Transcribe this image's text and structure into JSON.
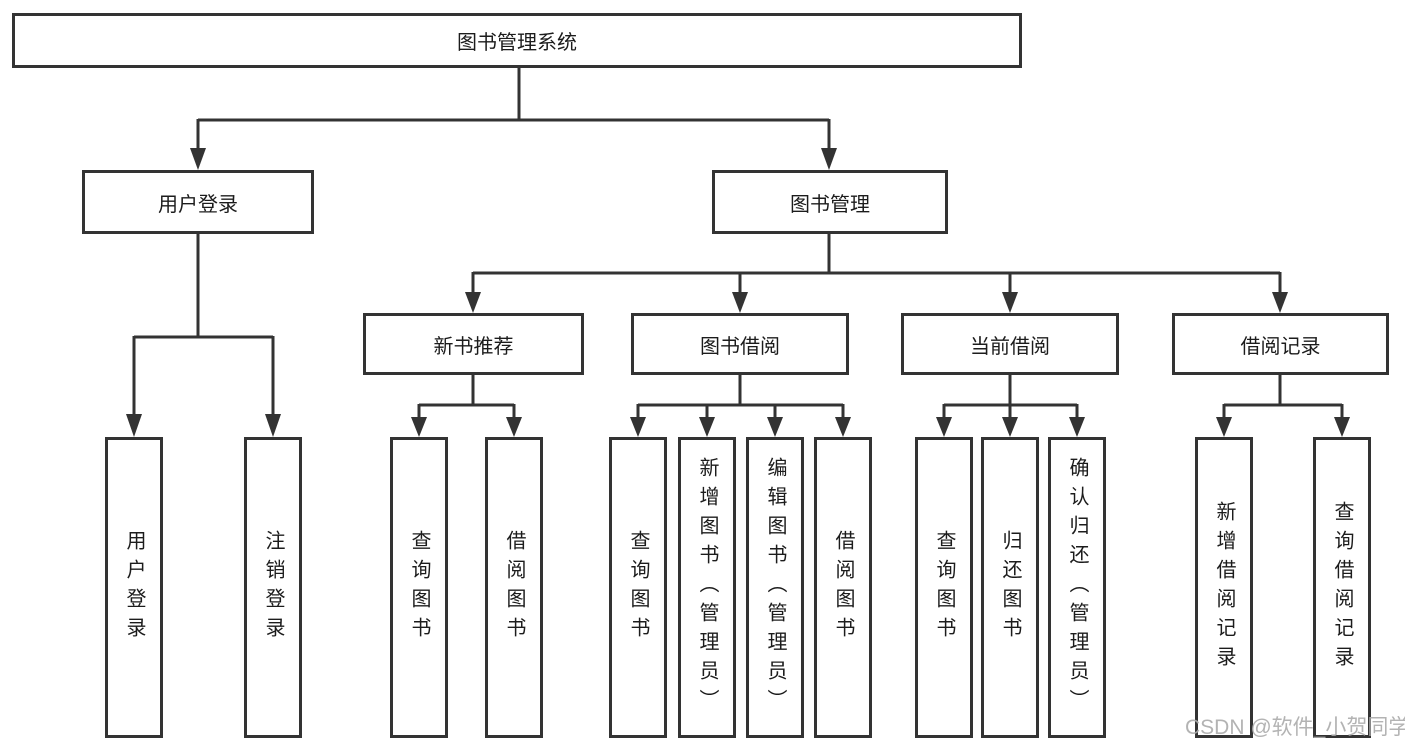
{
  "diagram_title": "图书管理系统",
  "tree": {
    "root": {
      "label": "图书管理系统",
      "children": [
        {
          "label": "用户登录",
          "children": [
            {
              "label": "用户登录"
            },
            {
              "label": "注销登录"
            }
          ]
        },
        {
          "label": "图书管理",
          "children": [
            {
              "label": "新书推荐",
              "children": [
                {
                  "label": "查询图书"
                },
                {
                  "label": "借阅图书"
                }
              ]
            },
            {
              "label": "图书借阅",
              "children": [
                {
                  "label": "查询图书"
                },
                {
                  "label": "新增图书（管理员）"
                },
                {
                  "label": "编辑图书（管理员）"
                },
                {
                  "label": "借阅图书"
                }
              ]
            },
            {
              "label": "当前借阅",
              "children": [
                {
                  "label": "查询图书"
                },
                {
                  "label": "归还图书"
                },
                {
                  "label": "确认归还（管理员）"
                }
              ]
            },
            {
              "label": "借阅记录",
              "children": [
                {
                  "label": "新增借阅记录"
                },
                {
                  "label": "查询借阅记录"
                }
              ]
            }
          ]
        }
      ]
    }
  },
  "watermark": {
    "text": "CSDN @软件_小贺同学"
  },
  "colors": {
    "line": "#333333",
    "box_border": "#333333",
    "text": "#1c1c1c",
    "background": "#ffffff",
    "watermark": "#ababab"
  }
}
